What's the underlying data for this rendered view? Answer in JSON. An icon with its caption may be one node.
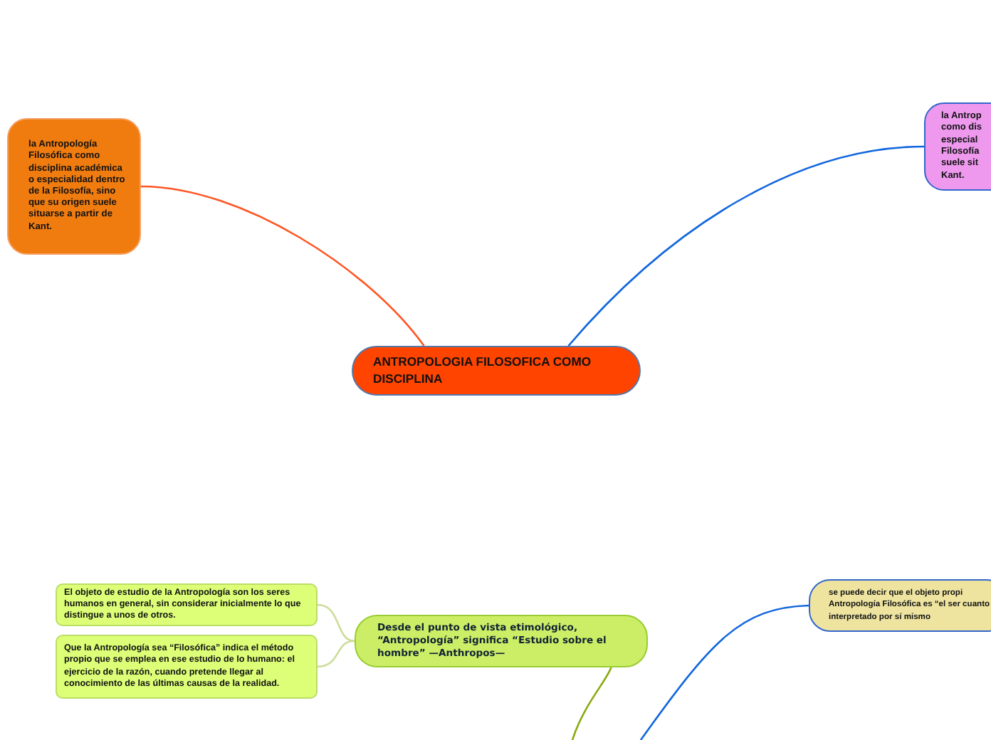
{
  "diagram": {
    "nodes": [
      {
        "text": [
          "ANTROPOLOGIA FILOSOFICA COMO DISCIPLINA"
        ]
      },
      {
        "text": [
          "la Antropología Filosófica como disciplina académica o especialidad dentro de la Filosofía, sino que su origen suele situarse a partir de Kant."
        ]
      },
      {
        "text": [
          "la Antrop como dis especial Filosofía suele sit Kant."
        ]
      },
      {
        "text": [
          "Desde el punto de vista etimológico, “Antropología” significa “Estudio sobre el hombre” —Anthropos—"
        ]
      },
      {
        "text": [
          "El objeto de estudio de la Antropología son los seres humanos en general, sin considerar inicialmente lo que distingue a unos de otros."
        ]
      },
      {
        "text": [
          "Que la Antropología sea “Filosófica” indica el método propio que se emplea en ese estudio de lo humano: el ejercicio de la razón, cuando pretende llegar al conocimiento de las últimas causas de la realidad."
        ]
      },
      {
        "text": [
          "se puede decir que el objeto propi Antropología Filosófica es “el ser cuanto interpretado por sí mismo"
        ]
      }
    ],
    "edges": [
      {
        "from": 0,
        "to": 1,
        "arrow": "none",
        "color": "#ff5522"
      },
      {
        "from": 0,
        "to": 2,
        "arrow": "none",
        "color": "#1166dd"
      },
      {
        "from": 3,
        "to": 4,
        "arrow": "none",
        "color": "#ccdd99"
      },
      {
        "from": 3,
        "to": 5,
        "arrow": "none",
        "color": "#ccdd99"
      },
      {
        "from": null,
        "to": 3,
        "arrow": "none",
        "color": "#88aa11"
      },
      {
        "from": null,
        "to": 6,
        "arrow": "none",
        "color": "#1166dd"
      }
    ]
  }
}
